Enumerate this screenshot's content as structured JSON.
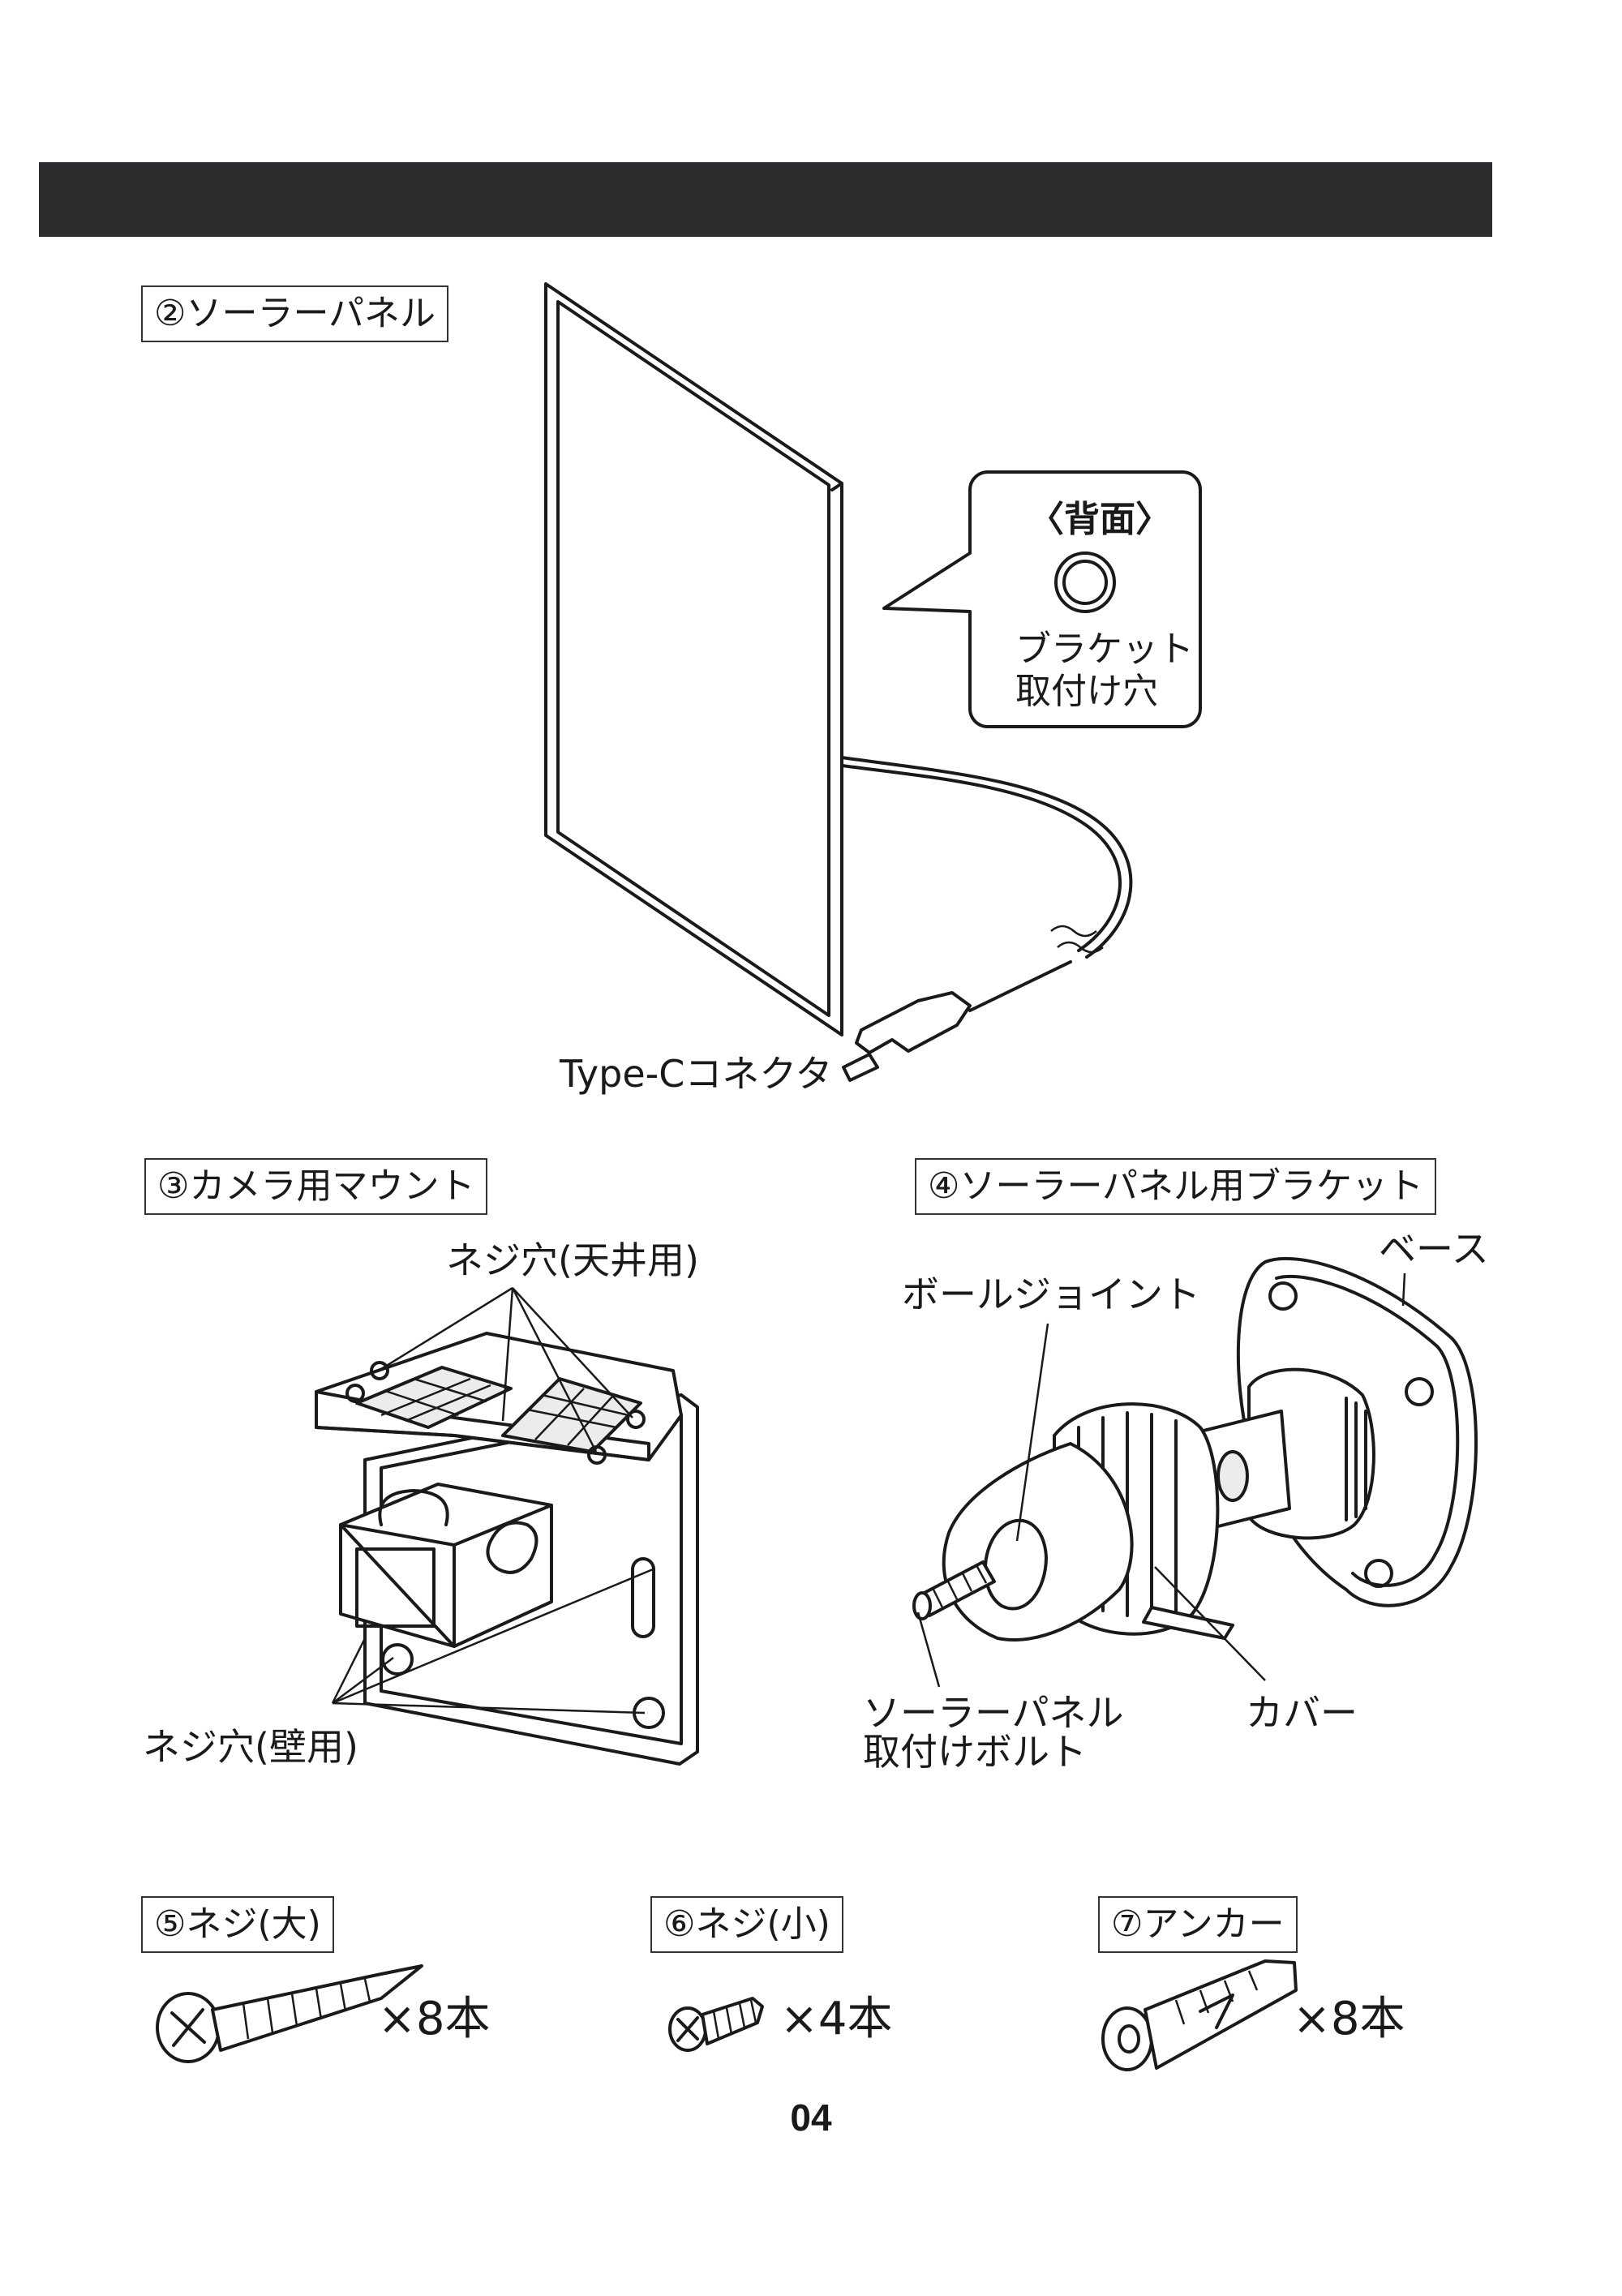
{
  "sections": {
    "solar_panel": {
      "title": "②ソーラーパネル",
      "callout_title": "〈背面〉",
      "callout_line1": "ブラケット",
      "callout_line2": "取付け穴",
      "connector_label": "Type-Cコネクタ"
    },
    "camera_mount": {
      "title": "③カメラ用マウント",
      "ceiling_holes_label": "ネジ穴(天井用)",
      "wall_holes_label": "ネジ穴(壁用)"
    },
    "bracket": {
      "title": "④ソーラーパネル用ブラケット",
      "base_label": "ベース",
      "ball_joint_label": "ボールジョイント",
      "bolt_label_line1": "ソーラーパネル",
      "bolt_label_line2": "取付けボルト",
      "cover_label": "カバー"
    },
    "screw_large": {
      "title": "⑤ネジ(大)",
      "count": "×8本"
    },
    "screw_small": {
      "title": "⑥ネジ(小)",
      "count": "×4本"
    },
    "anchor": {
      "title": "⑦アンカー",
      "count": "×8本"
    }
  },
  "page_number": "04"
}
